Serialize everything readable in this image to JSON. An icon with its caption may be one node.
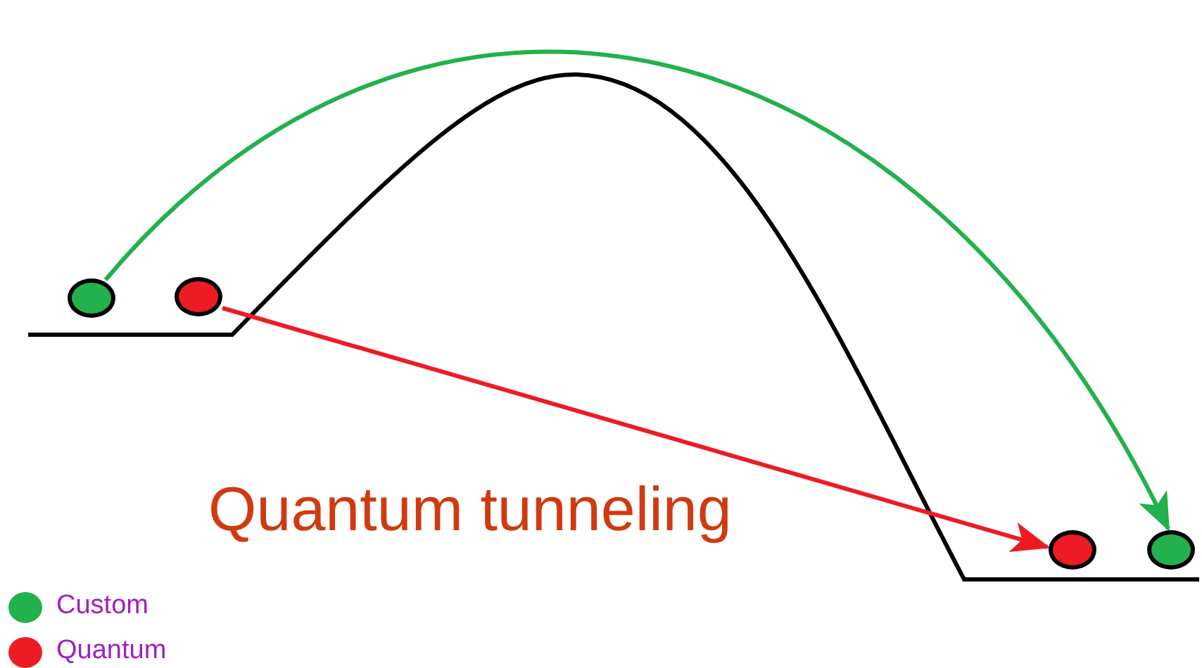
{
  "diagram": {
    "nodes": [
      {
        "text": [],
        "shape": "circle"
      },
      {
        "text": [],
        "shape": "circle"
      },
      {
        "text": [],
        "shape": "circle"
      },
      {
        "text": [],
        "shape": "circle"
      }
    ],
    "edges": [
      {
        "from": 0,
        "to": 3,
        "arrow": "to",
        "color": "#22b14c"
      },
      {
        "from": 1,
        "to": 2,
        "arrow": "to",
        "color": "#ed1c24"
      }
    ],
    "labels": [
      "Quantum tunneling"
    ],
    "legend": [
      {
        "text": "Custom",
        "color": "#22b14c"
      },
      {
        "text": "Quantum",
        "color": "#ed1c24"
      }
    ]
  }
}
